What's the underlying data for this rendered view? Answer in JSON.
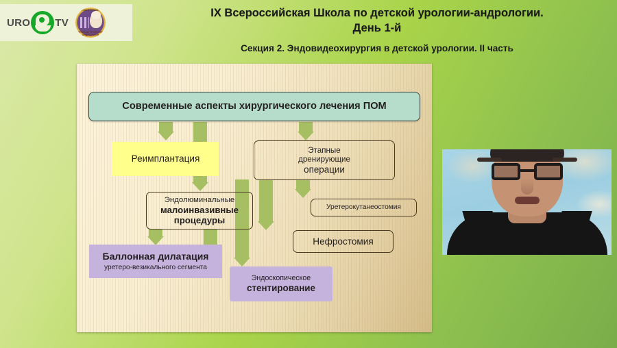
{
  "brand": {
    "uro_left": "URO",
    "uro_right": "TV",
    "logo_mark": "uro-circle-emblem",
    "badge_top_text": "ДЕТСКАЯ УРОЛОГИЯ",
    "badge_bottom_text": "ДЕТСКАЯ УРОЛОГИЯ-АНДРОЛОГИЯ"
  },
  "header": {
    "title_line1": "IX Всероссийская Школа по детской урологии-андрологии.",
    "title_line2": "День 1-й",
    "subtitle": "Секция 2. Эндовидеохирургия в детской урологии. II часть"
  },
  "slide": {
    "header_box": "Современные аспекты хирургического лечения ПОМ",
    "boxes": {
      "reimplantation": {
        "line1": "Реимплантация"
      },
      "staged_drainage": {
        "line1": "Этапные",
        "line2": "дренирующие",
        "line3": "операции"
      },
      "endoluminal": {
        "line1": "Эндолюминальные",
        "line2": "малоинвазивные",
        "line3": "процедуры"
      },
      "ureterocutaneostomy": {
        "line1": "Уретерокутанеостомия"
      },
      "nephrostomy": {
        "line1": "Нефростомия"
      },
      "balloon_dilation": {
        "line1": "Баллонная дилатация",
        "line2": "уретеро-везикального сегмента"
      },
      "endoscopic_stenting": {
        "line1": "Эндоскопическое",
        "line2": "стентирование"
      }
    }
  },
  "video": {
    "participant": "speaker-webcam-feed"
  },
  "colors": {
    "background_green_light": "#cfe48c",
    "background_green_dark": "#7aad4a",
    "brand_bar": "#eef2d8",
    "slide_paper": "#f7eed3",
    "header_box": "#b6ddcb",
    "yellow_box": "#ffff8c",
    "purple_box": "#c6b3dd",
    "arrow_green": "#a6bf63",
    "outline": "#4a3b22"
  }
}
